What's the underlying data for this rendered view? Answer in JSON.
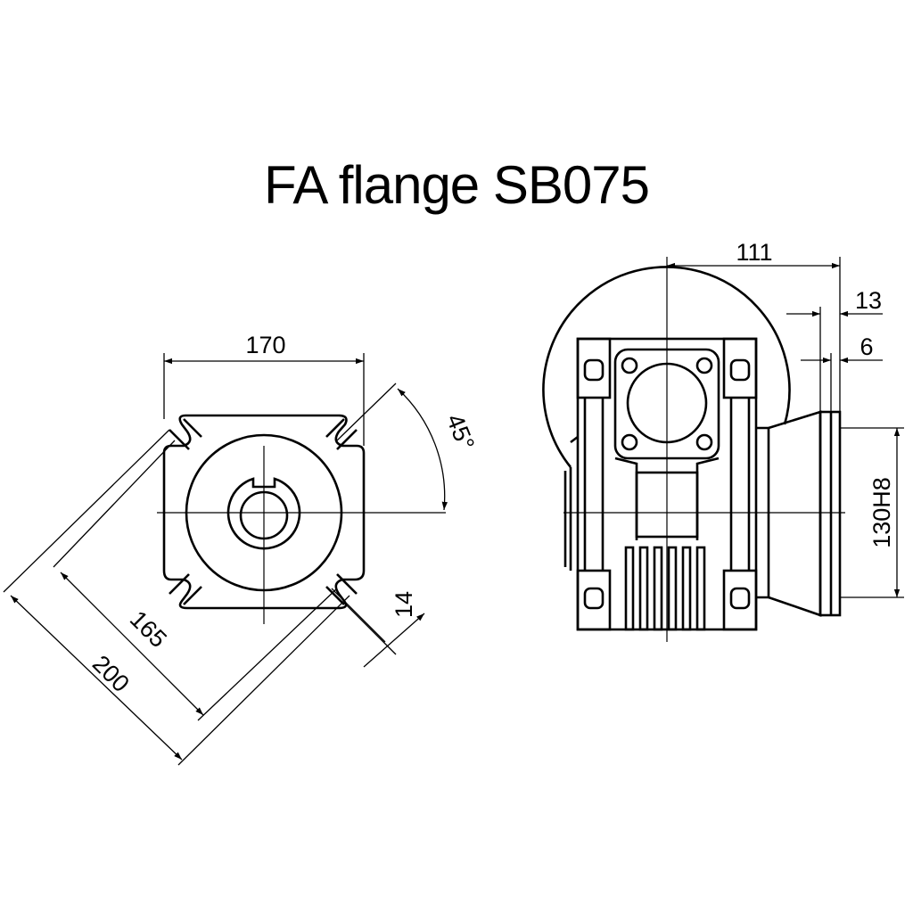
{
  "title": "FA flange SB075",
  "dimensions": {
    "width_170": "170",
    "angle_45": "45°",
    "slot_14": "14",
    "pcd_165": "165",
    "diag_200": "200",
    "length_111": "111",
    "thick_13": "13",
    "thick_6": "6",
    "bore_130h8": "130H8"
  },
  "colors": {
    "line": "#000000",
    "background": "#ffffff"
  }
}
